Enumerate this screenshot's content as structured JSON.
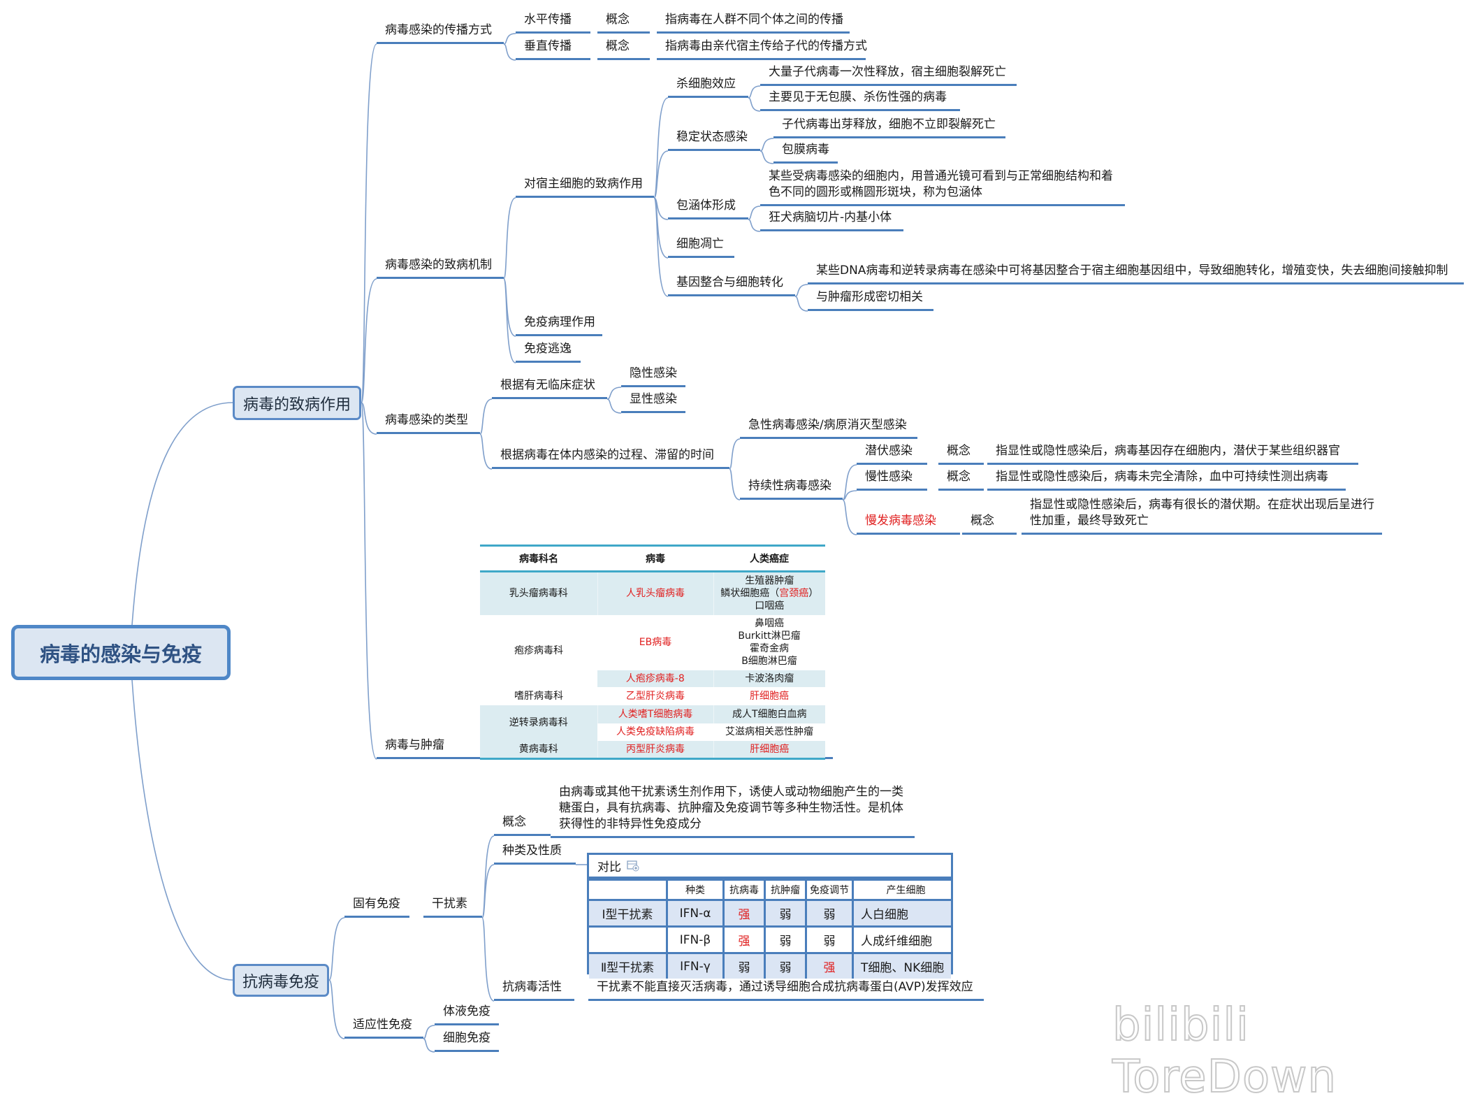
{
  "root": "病毒的感染与免疫",
  "branches": {
    "pathogenic": {
      "label": "病毒的致病作用",
      "transmission": {
        "label": "病毒感染的传播方式",
        "horizontal": {
          "label": "水平传播",
          "concept": "概念",
          "text": "指病毒在人群不同个体之间的传播"
        },
        "vertical": {
          "label": "垂直传播",
          "concept": "概念",
          "text": "指病毒由亲代宿主传给子代的传播方式"
        }
      },
      "mechanism": {
        "label": "病毒感染的致病机制",
        "host_cell": {
          "label": "对宿主细胞的致病作用",
          "cytocidal": {
            "label": "杀细胞效应",
            "items": [
              "大量子代病毒一次性释放，宿主细胞裂解死亡",
              "主要见于无包膜、杀伤性强的病毒"
            ]
          },
          "steady": {
            "label": "稳定状态感染",
            "items": [
              "子代病毒出芽释放，细胞不立即裂解死亡",
              "包膜病毒"
            ]
          },
          "inclusion": {
            "label": "包涵体形成",
            "items": [
              "某些受病毒感染的细胞内，用普通光镜可看到与正常细胞结构和着\n色不同的圆形或椭圆形斑块，称为包涵体",
              "狂犬病脑切片-内基小体"
            ]
          },
          "apoptosis": {
            "label": "细胞凋亡"
          },
          "integration": {
            "label": "基因整合与细胞转化",
            "items": [
              "某些DNA病毒和逆转录病毒在感染中可将基因整合于宿主细胞基因组中，导致细胞转化，增殖变快，失去细胞间接触抑制",
              "与肿瘤形成密切相关"
            ]
          }
        },
        "immunopathology": "免疫病理作用",
        "immune_escape": "免疫逃逸"
      },
      "types": {
        "label": "病毒感染的类型",
        "by_symptom": {
          "label": "根据有无临床症状",
          "items": [
            "隐性感染",
            "显性感染"
          ]
        },
        "by_course": {
          "label": "根据病毒在体内感染的过程、滞留的时间",
          "acute": "急性病毒感染/病原消灭型感染",
          "persistent": {
            "label": "持续性病毒感染",
            "latent": {
              "label": "潜伏感染",
              "concept": "概念",
              "text": "指显性或隐性感染后，病毒基因存在细胞内，潜伏于某些组织器官"
            },
            "chronic": {
              "label": "慢性感染",
              "concept": "概念",
              "text": "指显性或隐性感染后，病毒未完全清除，血中可持续性测出病毒"
            },
            "slow": {
              "label": "慢发病毒感染",
              "concept": "概念",
              "text": "指显性或隐性感染后，病毒有很长的潜伏期。在症状出现后呈进行\n性加重，最终导致死亡"
            }
          }
        }
      },
      "tumor": {
        "label": "病毒与肿瘤",
        "table": {
          "headers": [
            "病毒科名",
            "病毒",
            "人类癌症"
          ],
          "families": [
            "乳头瘤病毒科",
            "疱疹病毒科",
            "嗜肝病毒科",
            "逆转录病毒科",
            "黄病毒科"
          ],
          "viruses": [
            "人乳头瘤病毒",
            "EB病毒",
            "人疱疹病毒-8",
            "乙型肝炎病毒",
            "人类嗜T细胞病毒",
            "人类免疫缺陷病毒",
            "丙型肝炎病毒"
          ],
          "cancers": {
            "hpv": [
              "生殖器肿瘤",
              "鳞状细胞癌（",
              "宫颈癌",
              "）",
              "口咽癌"
            ],
            "ebv": [
              "鼻咽癌",
              "Burkitt淋巴瘤",
              "霍奇金病",
              "B细胞淋巴瘤"
            ],
            "hhv8": "卡波洛肉瘤",
            "hbv": "肝细胞癌",
            "htlv": "成人T细胞白血病",
            "hiv": "艾滋病相关恶性肿瘤",
            "hcv": "肝细胞癌"
          }
        }
      }
    },
    "antiviral": {
      "label": "抗病毒免疫",
      "innate": {
        "label": "固有免疫",
        "interferon": {
          "label": "干扰素",
          "concept": {
            "label": "概念",
            "text": "由病毒或其他干扰素诱生剂作用下，诱使人或动物细胞产生的一类\n糖蛋白，具有抗病毒、抗肿瘤及免疫调节等多种生物活性。是机体\n获得性的非特异性免疫成分"
          },
          "kinds": {
            "label": "种类及性质",
            "table": {
              "title": "对比",
              "title_icon": "table-add-icon",
              "headers": [
                "",
                "种类",
                "抗病毒",
                "抗肿瘤",
                "免疫调节",
                "产生细胞"
              ],
              "rows": [
                [
                  "Ⅰ型干扰素",
                  "IFN-α",
                  "强",
                  "弱",
                  "弱",
                  "人白细胞"
                ],
                [
                  "",
                  "IFN-β",
                  "强",
                  "弱",
                  "弱",
                  "人成纤维细胞"
                ],
                [
                  "Ⅱ型干扰素",
                  "IFN-γ",
                  "弱",
                  "弱",
                  "强",
                  "T细胞、NK细胞"
                ]
              ]
            }
          },
          "activity": {
            "label": "抗病毒活性",
            "text": "干扰素不能直接灭活病毒，通过诱导细胞合成抗病毒蛋白(AVP)发挥效应"
          }
        }
      },
      "adaptive": {
        "label": "适应性免疫",
        "items": [
          "体液免疫",
          "细胞免疫"
        ]
      }
    }
  },
  "watermark": "bilibili ToreDown",
  "colors": {
    "node_line": "#4a7ebb",
    "connector": "#7f9fcb",
    "highlight": "#e02020",
    "box_fill": "#dce6f2",
    "table_shade": "#dcecf1",
    "ifn_shade": "#dbe5f4"
  }
}
